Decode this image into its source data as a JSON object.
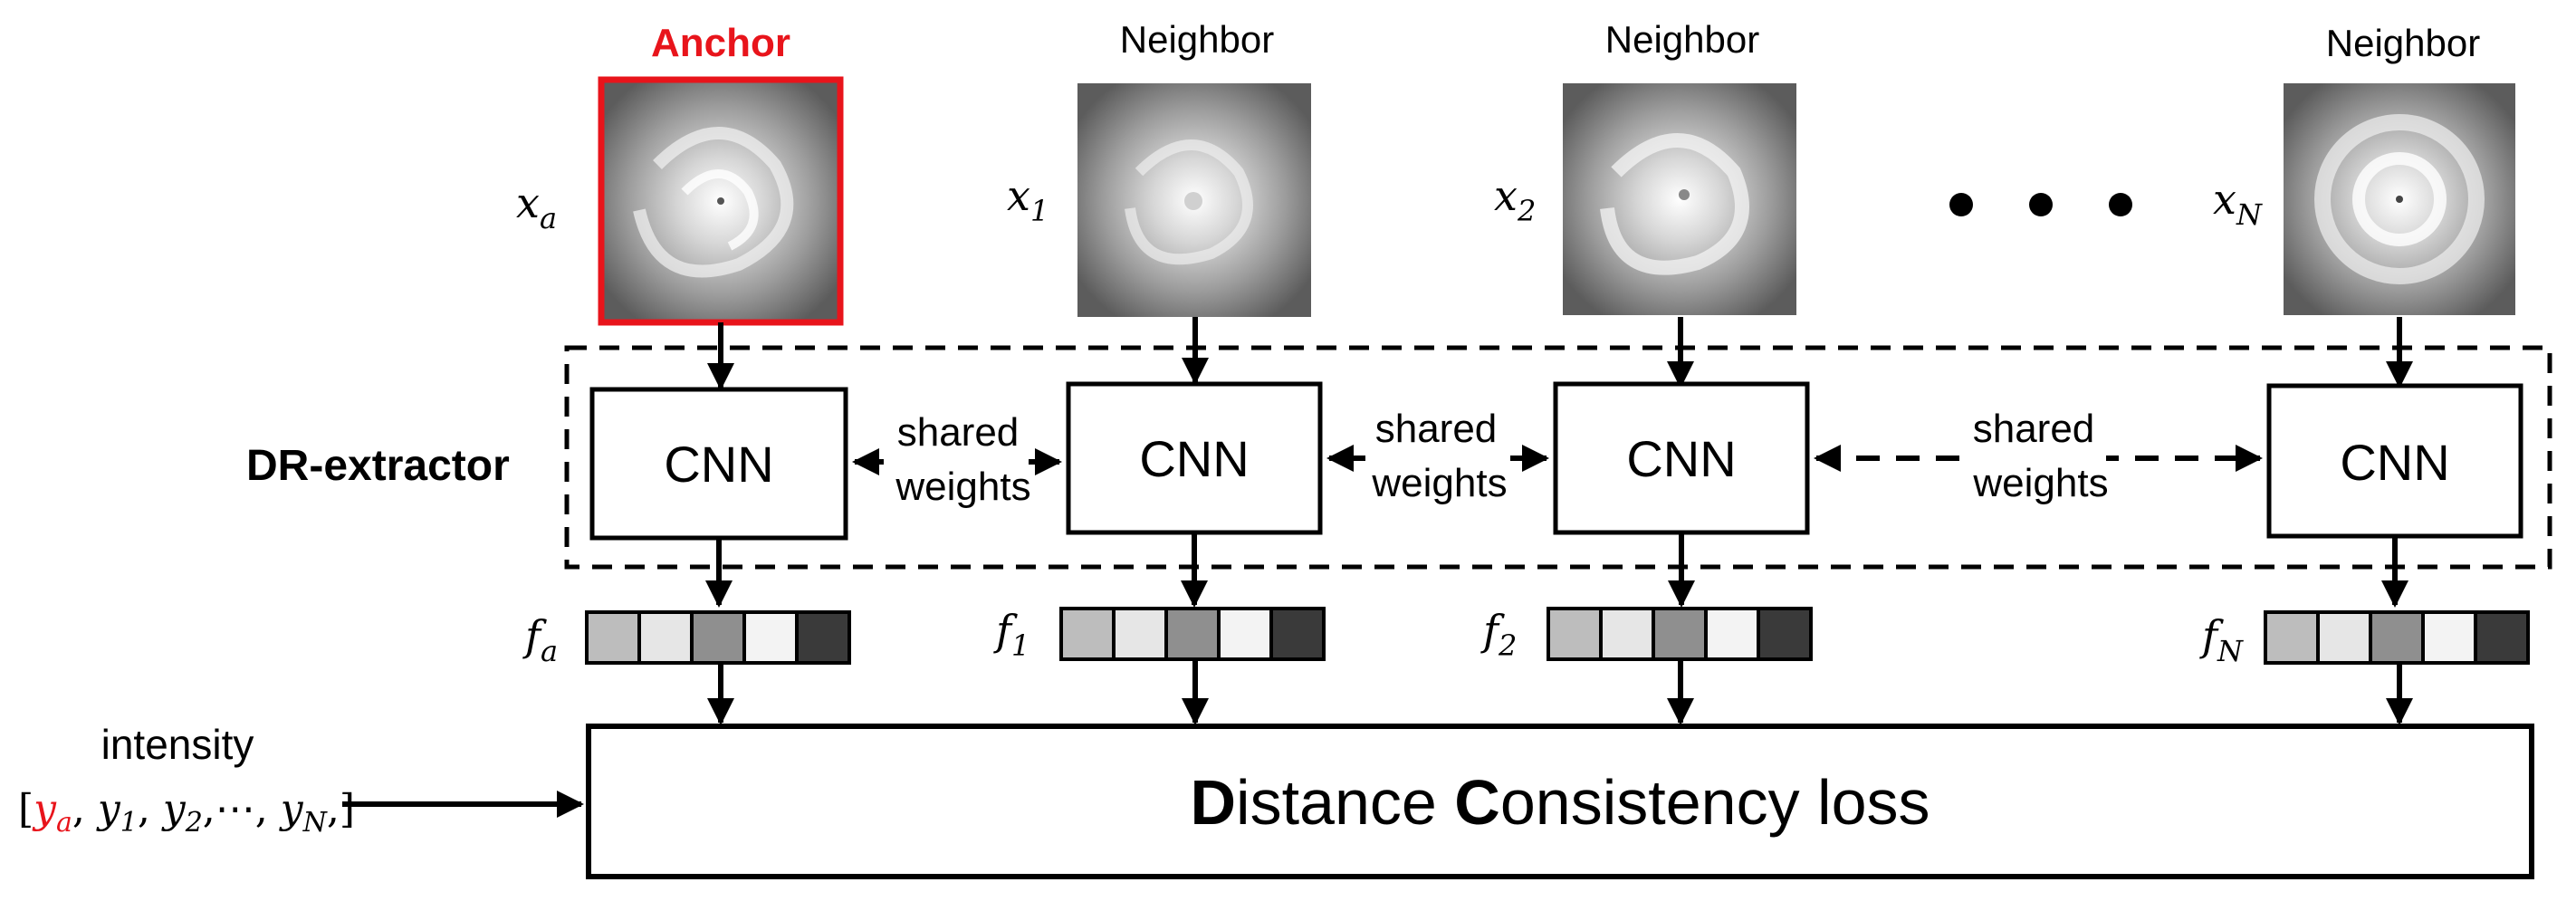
{
  "header_labels": {
    "anchor": "Anchor",
    "neighbor_1": "Neighbor",
    "neighbor_2": "Neighbor",
    "neighbor_n": "Neighbor"
  },
  "input_symbols": {
    "anchor": {
      "base": "x",
      "sub": "a"
    },
    "n1": {
      "base": "x",
      "sub": "1"
    },
    "n2": {
      "base": "x",
      "sub": "2"
    },
    "nN": {
      "base": "x",
      "sub": "N"
    }
  },
  "extractor_label": "DR-extractor",
  "cnn_label": "CNN",
  "shared_weights": {
    "line1": "shared",
    "line2": "weights"
  },
  "feature_symbols": {
    "anchor": {
      "base": "f",
      "sub": "a"
    },
    "n1": {
      "base": "f",
      "sub": "1"
    },
    "n2": {
      "base": "f",
      "sub": "2"
    },
    "nN": {
      "base": "f",
      "sub": "N"
    }
  },
  "feature_cell_colors": [
    "#bdbdbd",
    "#e6e6e6",
    "#8f8f8f",
    "#f3f3f3",
    "#3a3a3a"
  ],
  "intensity": {
    "label": "intensity",
    "open_bracket": "[",
    "y_a_base": "y",
    "y_a_sub": "a",
    "sep1": ", ",
    "y1_base": "y",
    "y1_sub": "1",
    "sep2": ", ",
    "y2_base": "y",
    "y2_sub": "2",
    "sep3": ",⋯, ",
    "yN_base": "y",
    "yN_sub": "N",
    "close": ",]"
  },
  "loss": {
    "d_bold": "D",
    "d_rest": "istance ",
    "c_bold": "C",
    "c_rest": "onsistency loss"
  },
  "colors": {
    "anchor_accent": "#e8141b",
    "line": "#000000"
  }
}
